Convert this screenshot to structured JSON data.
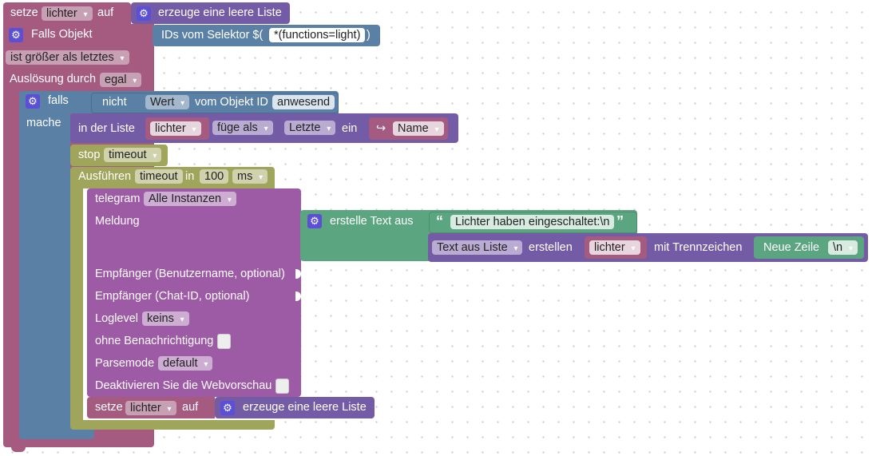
{
  "set_block_top": {
    "setze": "setze",
    "var": "lichter",
    "auf": "auf",
    "create_list": "erzeuge eine leere Liste"
  },
  "trigger": {
    "title": "Falls Objekt",
    "ids_label": "IDs vom Selektor $(",
    "selector": "*(functions=light)",
    "close_paren": ")",
    "condition": "ist größer als letztes",
    "ausloesung_label": "Auslösung durch",
    "ausloesung_value": "egal"
  },
  "if_block": {
    "falls": "falls",
    "mache": "mache",
    "nicht": "nicht",
    "wert": "Wert",
    "vom_objekt": "vom Objekt ID",
    "object_id": "anwesend"
  },
  "list_insert": {
    "in_der_liste": "in der Liste",
    "var": "lichter",
    "fuege_als": "füge als",
    "position": "Letzte",
    "ein": "ein",
    "name": "Name"
  },
  "stop_block": {
    "stop": "stop",
    "var": "timeout"
  },
  "timeout_block": {
    "ausfuehren": "Ausführen",
    "var": "timeout",
    "in": "in",
    "value": "100",
    "unit": "ms"
  },
  "telegram": {
    "label": "telegram",
    "instance": "Alle Instanzen",
    "meldung": "Meldung",
    "empf_user": "Empfänger (Benutzername, optional)",
    "empf_chat": "Empfänger (Chat-ID, optional)",
    "loglevel": "Loglevel",
    "loglevel_value": "keins",
    "ohne": "ohne Benachrichtigung",
    "parsemode": "Parsemode",
    "parsemode_value": "default",
    "deaktivieren": "Deaktivieren Sie die Webvorschau"
  },
  "text_join": {
    "label": "erstelle Text aus",
    "open_quote": "“",
    "close_quote": "”",
    "text": "Lichter haben eingeschaltet:\\n"
  },
  "list_to_text": {
    "label": "Text aus Liste",
    "erstellen": "erstellen",
    "var": "lichter",
    "mit": "mit Trennzeichen",
    "neue_zeile": "Neue Zeile",
    "nl": "\\n"
  },
  "set_block_bottom": {
    "setze": "setze",
    "var": "lichter",
    "auf": "auf",
    "create_list": "erzeuge eine leere Liste"
  },
  "colors": {
    "trigger": "#a55b80",
    "logic": "#5b80a5",
    "list": "#745ba5",
    "timeout": "#9fa55b",
    "telegram": "#9e5ba5",
    "text": "#5ba580"
  }
}
